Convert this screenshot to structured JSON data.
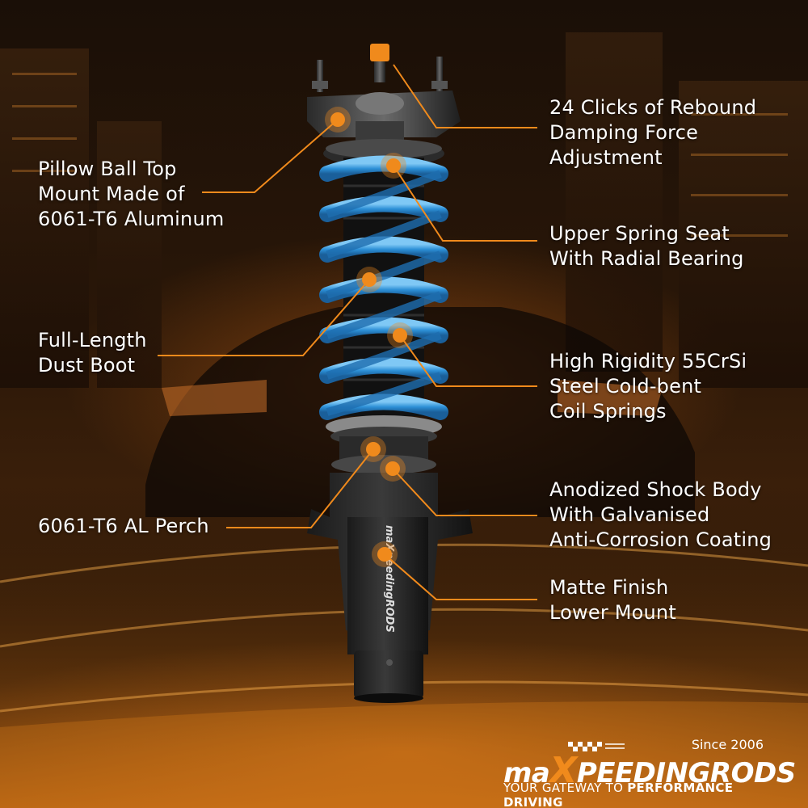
{
  "callouts": {
    "left_1": [
      "Pillow Ball Top",
      "Mount Made of",
      "6061-T6 Aluminum"
    ],
    "left_2": [
      "Full-Length",
      "Dust Boot"
    ],
    "left_3": [
      "6061-T6 AL Perch"
    ],
    "right_1": [
      "24 Clicks of Rebound",
      "Damping Force",
      "Adjustment"
    ],
    "right_2": [
      "Upper Spring Seat",
      "With Radial Bearing"
    ],
    "right_3": [
      "High Rigidity 55CrSi",
      "Steel Cold-bent",
      "Coil Springs"
    ],
    "right_4": [
      "Anodized Shock Body",
      "With Galvanised",
      "Anti-Corrosion Coating"
    ],
    "right_5": [
      "Matte Finish",
      "Lower Mount"
    ]
  },
  "product_print": "maXpeedingRODS",
  "logo": {
    "since": "Since 2006",
    "brand_ma": "ma",
    "brand_x": "X",
    "brand_rest": "PEEDINGRODS",
    "tagline_plain": "YOUR GATEWAY TO ",
    "tagline_bold": "PERFORMANCE DRIVING"
  },
  "colors": {
    "accent_orange": "#f08a1c",
    "spring_blue": "#3aa0e0",
    "text": "#ffffff"
  }
}
